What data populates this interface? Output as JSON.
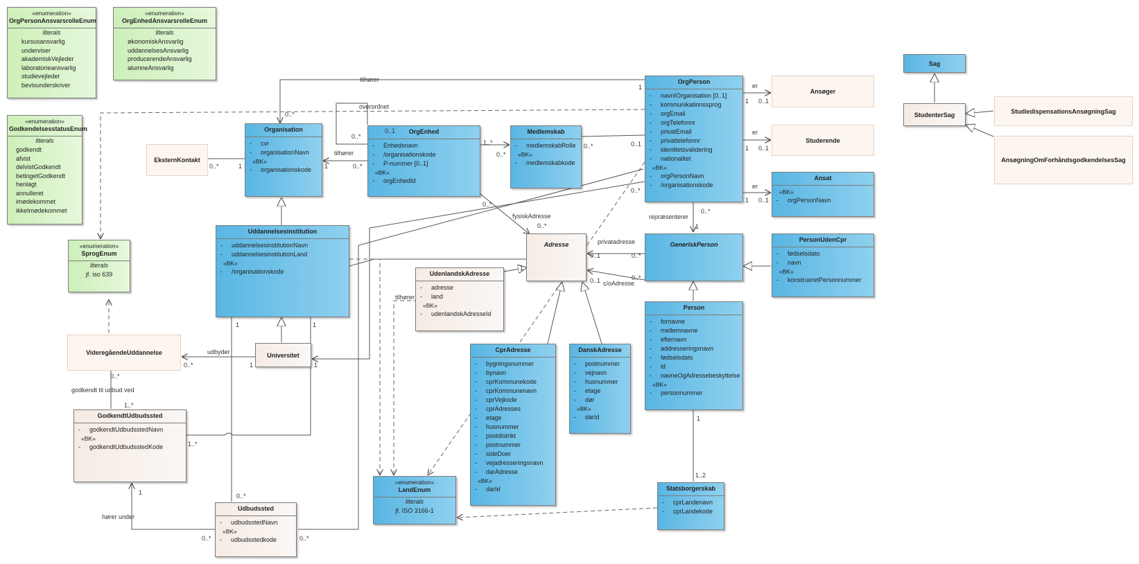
{
  "enums": {
    "orgPersonRolle": {
      "stereotype": "«enumeration»",
      "name": "OrgPersonAnsvarsrolleEnum",
      "literals_label": "literals",
      "values": [
        "kursusansvarlig",
        "underviser",
        "akademiskVejleder",
        "laboratorieansvarlig",
        "studievejleder",
        "bevisunderskriver"
      ]
    },
    "orgEnhedRolle": {
      "stereotype": "«enumeration»",
      "name": "OrgEnhedAnsvarsrolleEnum",
      "literals_label": "literals",
      "values": [
        "økonomiskAnsvarlig",
        "uddannelsesAnsvarlig",
        "producerendeAnsvarlig",
        "alumneAnsvarlig"
      ]
    },
    "godkendelse": {
      "stereotype": "«enumeration»",
      "name": "GodkendelsesstatusEnum",
      "literals_label": "literals",
      "values": [
        "godkendt",
        "afvist",
        "delvistGodkendt",
        "betingetGodkendt",
        "henlagt",
        "annulleret",
        "imødekommet",
        "ikkeImødekommet"
      ]
    },
    "sprog": {
      "stereotype": "«enumeration»",
      "name": "SprogEnum",
      "literals_label": "literals",
      "values": [
        "jf. iso 639"
      ]
    },
    "land": {
      "stereotype": "«enumeration»",
      "name": "LandEnum",
      "literals_label": "literals",
      "values": [
        "jf. ISO 3166-1"
      ]
    }
  },
  "classes": {
    "organisation": {
      "name": "Organisation",
      "attrs": [
        {
          "v": "-",
          "n": "cvr"
        },
        {
          "v": "-",
          "n": "organisationNavn"
        }
      ],
      "bk": "«BK»",
      "bk_attrs": [
        {
          "v": "-",
          "n": "organisationskode"
        }
      ]
    },
    "orgEnhed": {
      "name": "OrgEnhed",
      "attrs": [
        {
          "v": "-",
          "n": "Enhedsnavn"
        },
        {
          "v": "-",
          "n": "/organisationskode"
        },
        {
          "v": "-",
          "n": "P-nummer [0..1]"
        }
      ],
      "bk": "«BK»",
      "bk_attrs": [
        {
          "v": "-",
          "n": "orgEnhedId"
        }
      ]
    },
    "medlemskab": {
      "name": "Medlemskab",
      "attrs": [
        {
          "v": "-",
          "n": "medlemskabRolle"
        }
      ],
      "bk": "«BK»",
      "bk_attrs": [
        {
          "v": "-",
          "n": "medlemskabkode"
        }
      ]
    },
    "orgPerson": {
      "name": "OrgPerson",
      "attrs": [
        {
          "v": "-",
          "n": "navnIOrganisation [0..1]"
        },
        {
          "v": "-",
          "n": "kommunikationssprog"
        },
        {
          "v": "-",
          "n": "orgEmail"
        },
        {
          "v": "-",
          "n": "orgTelefonnr"
        },
        {
          "v": "-",
          "n": "privatEmail"
        },
        {
          "v": "-",
          "n": "privattelefonnr"
        },
        {
          "v": "-",
          "n": "identitetsvalidering"
        },
        {
          "v": "-",
          "n": "nationalitet"
        }
      ],
      "bk": "«BK»",
      "bk_attrs": [
        {
          "v": "-",
          "n": "orgPersonNavn"
        },
        {
          "v": "-",
          "n": "/organisationskode"
        }
      ]
    },
    "ansat": {
      "name": "Ansat",
      "attrs": [],
      "bk": "«BK»",
      "bk_attrs": [
        {
          "v": "-",
          "n": "orgPersonNavn"
        }
      ]
    },
    "uddannelsesinstitution": {
      "name": "Uddannelsesinstitution",
      "attrs": [
        {
          "v": "-",
          "n": "uddannelsesinstitutionNavn"
        },
        {
          "v": "-",
          "n": "uddannelsesinstitutionLand"
        }
      ],
      "bk": "«BK»",
      "bk_attrs": [
        {
          "v": "-",
          "n": "/organisationskode"
        }
      ]
    },
    "udenlandskAdresse": {
      "name": "UdenlandskAdresse",
      "attrs": [
        {
          "v": "-",
          "n": "adresse"
        },
        {
          "v": "-",
          "n": "land"
        }
      ],
      "bk": "«BK»",
      "bk_attrs": [
        {
          "v": "-",
          "n": "udenlandskAdresseId"
        }
      ]
    },
    "cprAdresse": {
      "name": "CprAdresse",
      "attrs": [
        {
          "v": "-",
          "n": "bygningsnummer"
        },
        {
          "v": "-",
          "n": "bynavn"
        },
        {
          "v": "-",
          "n": "cprKommunekode"
        },
        {
          "v": "-",
          "n": "cprKommunenavn"
        },
        {
          "v": "-",
          "n": "cprVejkode"
        },
        {
          "v": "-",
          "n": "cprAdresses"
        },
        {
          "v": "-",
          "n": "etage"
        },
        {
          "v": "-",
          "n": "husnummer"
        },
        {
          "v": "-",
          "n": "postdistrikt"
        },
        {
          "v": "-",
          "n": "postnummer"
        },
        {
          "v": "-",
          "n": "sideDoer"
        },
        {
          "v": "-",
          "n": "vejadresseringsnavn"
        },
        {
          "v": "-",
          "n": "darAdresse"
        }
      ],
      "bk": "«BK»",
      "bk_attrs": [
        {
          "v": "-",
          "n": "darId"
        }
      ]
    },
    "danskAdresse": {
      "name": "DanskAdresse",
      "attrs": [
        {
          "v": "-",
          "n": "postnummer"
        },
        {
          "v": "-",
          "n": "vejnavn"
        },
        {
          "v": "-",
          "n": "husnummer"
        },
        {
          "v": "-",
          "n": "etage"
        },
        {
          "v": "-",
          "n": "dør"
        }
      ],
      "bk": "«BK»",
      "bk_attrs": [
        {
          "v": "-",
          "n": "darId"
        }
      ]
    },
    "personUdenCpr": {
      "name": "PersonUdenCpr",
      "attrs": [
        {
          "v": "-",
          "n": "fødselsdato"
        },
        {
          "v": "-",
          "n": "navn"
        }
      ],
      "bk": "«BK»",
      "bk_attrs": [
        {
          "v": "-",
          "n": "konstrueretPersonnummer"
        }
      ]
    },
    "person": {
      "name": "Person",
      "attrs": [
        {
          "v": "-",
          "n": "fornavne"
        },
        {
          "v": "-",
          "n": "mellemnavne"
        },
        {
          "v": "-",
          "n": "efternavn"
        },
        {
          "v": "-",
          "n": "addresseringsnavn"
        },
        {
          "v": "-",
          "n": "fødselsdato"
        },
        {
          "v": "-",
          "n": "id"
        },
        {
          "v": "-",
          "n": "navneOgAdressebeskyttelse"
        }
      ],
      "bk": "«BK»",
      "bk_attrs": [
        {
          "v": "-",
          "n": "personnummer"
        }
      ]
    },
    "statsborgerskab": {
      "name": "Statsborgerskab",
      "attrs": [
        {
          "v": "-",
          "n": "cprLandenavn"
        },
        {
          "v": "-",
          "n": "cprLandekode"
        }
      ]
    },
    "godkendtUdbudssted": {
      "name": "GodkendtUdbudssted",
      "attrs": [
        {
          "v": "-",
          "n": "godkendtUdbudsstedNavn"
        }
      ],
      "bk": "«BK»",
      "bk_attrs": [
        {
          "v": "-",
          "n": "godkendtUdbudsstedKode"
        }
      ]
    },
    "udbudssted": {
      "name": "Udbudssted",
      "attrs": [
        {
          "v": "-",
          "n": "udbudsstedNavn"
        }
      ],
      "bk": "«BK»",
      "bk_attrs": [
        {
          "v": "-",
          "n": "udbudsstedkode"
        }
      ]
    }
  },
  "simple": {
    "eksternKontakt": "EksternKontakt",
    "ansoger": "Ansøger",
    "studerende": "Studerende",
    "adresse": "Adresse",
    "genericPerson": "GeneriskPerson",
    "universitet": "Universitet",
    "videregaende": "VideregåendeUddannelse",
    "sag": "Sag",
    "studenterSag": "StudenterSag",
    "studieDisp": "StudiedispensationsAnsøgningSag",
    "ansogningForh": "AnsøgningOmForhåndsgodkendelsesSag"
  },
  "labels": {
    "tilhorer_top": "tilhører",
    "one_a": "1",
    "overordnet": "overordnet",
    "zero_one_a": "0..1",
    "zero_many_a": "0..*",
    "zero_many_b": "0..*",
    "tilhorer_mid": "tilhører",
    "one_b": "1",
    "zero_many_c": "0..*",
    "one_c": "1",
    "one_many_a": "1..*",
    "zero_many_d": "0..*",
    "zero_many_e": "0..*",
    "zero_one_b": "0..1",
    "er1": "er",
    "one_d": "1",
    "zero_one_c": "0..1",
    "er2": "er",
    "one_e": "1",
    "zero_one_d": "0..1",
    "er3": "er",
    "one_f": "1",
    "zero_one_e": "0..1",
    "zero_many_f": "0..*",
    "zero_many_g": "0..*",
    "fysiskAdresse": "fysiskAdresse",
    "zero_many_h": "0..*",
    "repraesenterer": "repræsenterer",
    "zero_many_i": "0..*",
    "one_g": "1",
    "privatadresse": "privatadresse",
    "zero_many_j": "0..*",
    "zero_one_f": "0..1",
    "coAdresse": "c/oAdresse",
    "zero_many_k": "0..*",
    "zero_one_g": "0..1",
    "one_h": "1",
    "tilhorer_land": "tilhører",
    "udbyder": "udbyder",
    "zero_many_l": "0..*",
    "one_i": "1",
    "one_j": "1",
    "one_k": "1",
    "one_l": "1",
    "zero_many_m": "0..*",
    "godkendt": "godkendt til udbud ved",
    "one_many_b": "1..*",
    "one_many_c": "1..*",
    "one_m": "1",
    "horer_under": "hører under",
    "zero_many_n": "0..*",
    "zero_many_o": "0..*",
    "zero_many_p": "0..*",
    "one_n": "1",
    "one_two": "1..2"
  }
}
